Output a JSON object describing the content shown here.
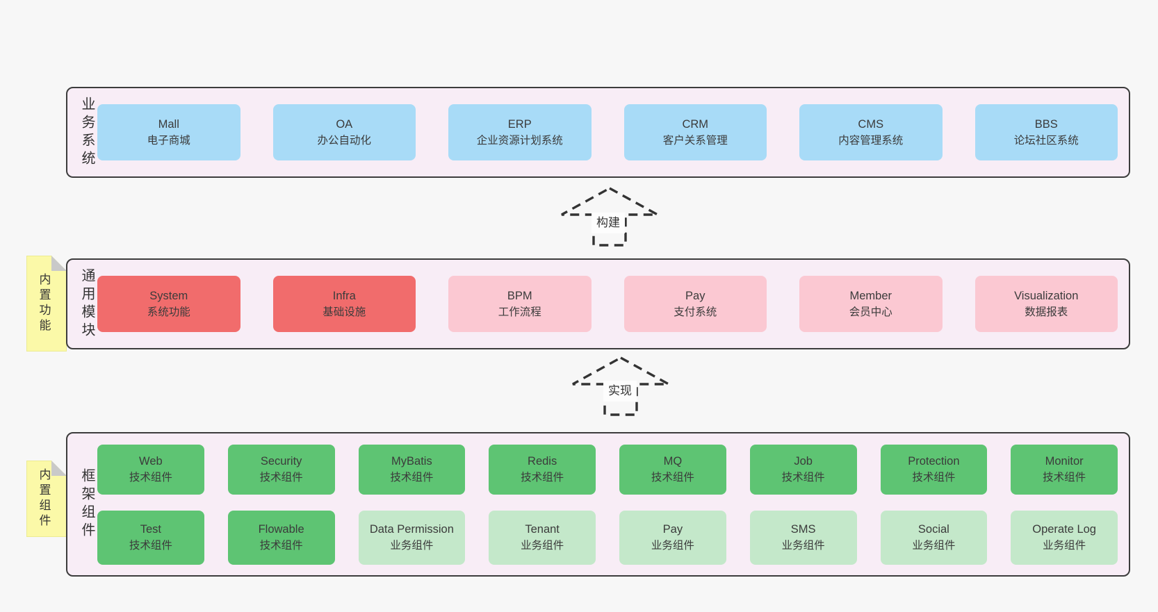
{
  "diagram": {
    "colors": {
      "page_bg": "#f7f7f7",
      "layer_bg": "#f8edf6",
      "layer_border": "#3c3c3c",
      "blue": "#a8dbf7",
      "red": "#f16c6c",
      "pink": "#fbc8d2",
      "green": "#5ec473",
      "light_green": "#c4e8ca",
      "note_yellow": "#fbf9a8",
      "text": "#3b3b3b"
    },
    "arrows": [
      {
        "label": "构建"
      },
      {
        "label": "实现"
      }
    ],
    "layers": [
      {
        "id": "business",
        "label": "业务系统",
        "boxes": [
          {
            "name": "Mall",
            "desc": "电子商城",
            "variant": "blue"
          },
          {
            "name": "OA",
            "desc": "办公自动化",
            "variant": "blue"
          },
          {
            "name": "ERP",
            "desc": "企业资源计划系统",
            "variant": "blue"
          },
          {
            "name": "CRM",
            "desc": "客户关系管理",
            "variant": "blue"
          },
          {
            "name": "CMS",
            "desc": "内容管理系统",
            "variant": "blue"
          },
          {
            "name": "BBS",
            "desc": "论坛社区系统",
            "variant": "blue"
          }
        ]
      },
      {
        "id": "modules",
        "label": "通用模块",
        "note": "内置功能",
        "boxes": [
          {
            "name": "System",
            "desc": "系统功能",
            "variant": "red"
          },
          {
            "name": "Infra",
            "desc": "基础设施",
            "variant": "red"
          },
          {
            "name": "BPM",
            "desc": "工作流程",
            "variant": "pink"
          },
          {
            "name": "Pay",
            "desc": "支付系统",
            "variant": "pink"
          },
          {
            "name": "Member",
            "desc": "会员中心",
            "variant": "pink"
          },
          {
            "name": "Visualization",
            "desc": "数据报表",
            "variant": "pink"
          }
        ]
      },
      {
        "id": "components",
        "label": "框架组件",
        "note": "内置组件",
        "rows": [
          [
            {
              "name": "Web",
              "desc": "技术组件",
              "variant": "green"
            },
            {
              "name": "Security",
              "desc": "技术组件",
              "variant": "green"
            },
            {
              "name": "MyBatis",
              "desc": "技术组件",
              "variant": "green"
            },
            {
              "name": "Redis",
              "desc": "技术组件",
              "variant": "green"
            },
            {
              "name": "MQ",
              "desc": "技术组件",
              "variant": "green"
            },
            {
              "name": "Job",
              "desc": "技术组件",
              "variant": "green"
            },
            {
              "name": "Protection",
              "desc": "技术组件",
              "variant": "green"
            },
            {
              "name": "Monitor",
              "desc": "技术组件",
              "variant": "green"
            }
          ],
          [
            {
              "name": "Test",
              "desc": "技术组件",
              "variant": "green"
            },
            {
              "name": "Flowable",
              "desc": "技术组件",
              "variant": "green"
            },
            {
              "name": "Data Permission",
              "desc": "业务组件",
              "variant": "lightgreen"
            },
            {
              "name": "Tenant",
              "desc": "业务组件",
              "variant": "lightgreen"
            },
            {
              "name": "Pay",
              "desc": "业务组件",
              "variant": "lightgreen"
            },
            {
              "name": "SMS",
              "desc": "业务组件",
              "variant": "lightgreen"
            },
            {
              "name": "Social",
              "desc": "业务组件",
              "variant": "lightgreen"
            },
            {
              "name": "Operate Log",
              "desc": "业务组件",
              "variant": "lightgreen"
            }
          ]
        ]
      }
    ]
  }
}
